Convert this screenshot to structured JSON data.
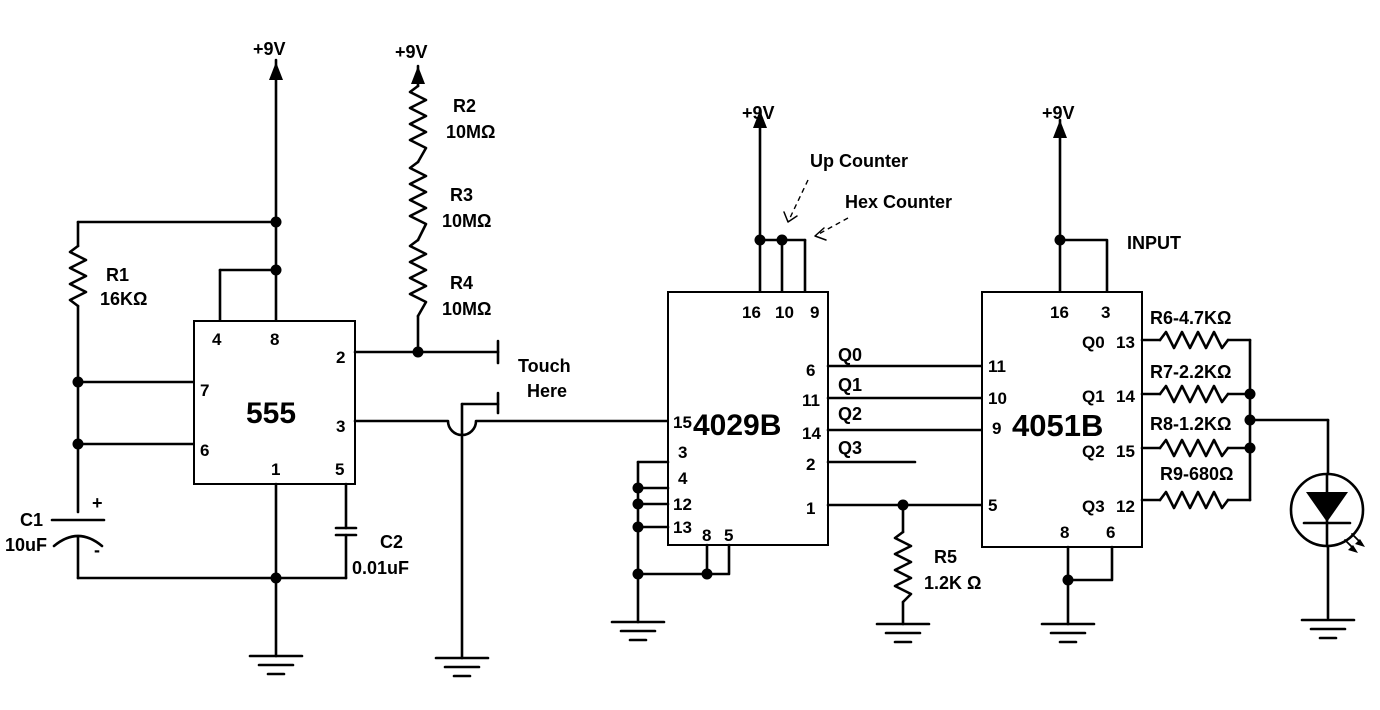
{
  "supplies": {
    "s1": "+9V",
    "s2": "+9V",
    "s3": "+9V",
    "s4": "+9V"
  },
  "ic555": {
    "name": "555",
    "pins": {
      "p4": "4",
      "p8": "8",
      "p7": "7",
      "p6": "6",
      "p2": "2",
      "p3": "3",
      "p1": "1",
      "p5": "5"
    }
  },
  "ic4029": {
    "name": "4029B",
    "pins": {
      "p16": "16",
      "p10": "10",
      "p9": "9",
      "p15": "15",
      "p6": "6",
      "p11": "11",
      "p14": "14",
      "p2": "2",
      "p1": "1",
      "p3": "3",
      "p4": "4",
      "p12": "12",
      "p13": "13",
      "p8": "8",
      "p5": "5"
    },
    "outputs": {
      "q0": "Q0",
      "q1": "Q1",
      "q2": "Q2",
      "q3": "Q3"
    }
  },
  "ic4051": {
    "name": "4051B",
    "pins": {
      "p16": "16",
      "p3": "3",
      "p11": "11",
      "p10": "10",
      "p9": "9",
      "p5": "5",
      "p8": "8",
      "p6": "6",
      "p13": "13",
      "p14": "14",
      "p15": "15",
      "p12": "12"
    },
    "channels": {
      "q0": "Q0",
      "q1": "Q1",
      "q2": "Q2",
      "q3": "Q3"
    },
    "input_label": "INPUT"
  },
  "components": {
    "r1": {
      "name": "R1",
      "value": "16KΩ"
    },
    "r2": {
      "name": "R2",
      "value": "10MΩ"
    },
    "r3": {
      "name": "R3",
      "value": "10MΩ"
    },
    "r4": {
      "name": "R4",
      "value": "10MΩ"
    },
    "r5": {
      "name": "R5",
      "value": "1.2K Ω"
    },
    "r6": "R6-4.7KΩ",
    "r7": "R7-2.2KΩ",
    "r8": "R8-1.2KΩ",
    "r9": "R9-680Ω",
    "c1": {
      "name": "C1",
      "value": "10uF",
      "plus": "+",
      "minus": "-"
    },
    "c2": {
      "name": "C2",
      "value": "0.01uF"
    }
  },
  "annotations": {
    "touch_line1": "Touch",
    "touch_line2": "Here",
    "up_counter": "Up Counter",
    "hex_counter": "Hex Counter"
  }
}
